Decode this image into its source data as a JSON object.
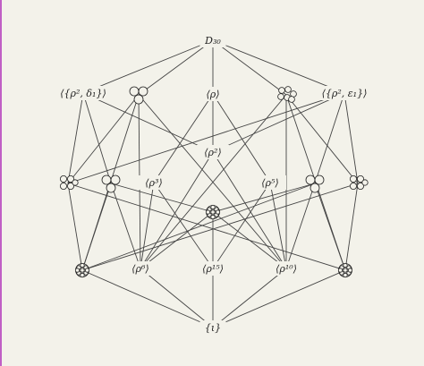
{
  "diagram": {
    "nodes": [
      {
        "id": "D30",
        "label": "D₃₀",
        "kind": "text"
      },
      {
        "id": "rho2d1",
        "label": "⟨{ρ², δ₁}⟩",
        "kind": "text"
      },
      {
        "id": "triA",
        "label": "",
        "kind": "icon-3"
      },
      {
        "id": "rho",
        "label": "⟨ρ⟩",
        "kind": "text"
      },
      {
        "id": "clust6",
        "label": "",
        "kind": "icon-6"
      },
      {
        "id": "rho2e1",
        "label": "⟨{ρ², ε₁}⟩",
        "kind": "text"
      },
      {
        "id": "rho2",
        "label": "⟨ρ²⟩",
        "kind": "text"
      },
      {
        "id": "fiveL",
        "label": "",
        "kind": "icon-5"
      },
      {
        "id": "triL",
        "label": "",
        "kind": "icon-3"
      },
      {
        "id": "rho3",
        "label": "⟨ρ³⟩",
        "kind": "text"
      },
      {
        "id": "rho5",
        "label": "⟨ρ⁵⟩",
        "kind": "text"
      },
      {
        "id": "triR",
        "label": "",
        "kind": "icon-3"
      },
      {
        "id": "fiveR",
        "label": "",
        "kind": "icon-5"
      },
      {
        "id": "clustC",
        "label": "",
        "kind": "icon-many"
      },
      {
        "id": "clustBL",
        "label": "",
        "kind": "icon-many"
      },
      {
        "id": "rho6",
        "label": "⟨ρ⁶⟩",
        "kind": "text"
      },
      {
        "id": "rho15",
        "label": "⟨ρ¹⁵⟩",
        "kind": "text"
      },
      {
        "id": "rho10",
        "label": "⟨ρ¹⁰⟩",
        "kind": "text"
      },
      {
        "id": "clustBR",
        "label": "",
        "kind": "icon-many"
      },
      {
        "id": "iota",
        "label": "{ι}",
        "kind": "text"
      }
    ],
    "edges": [
      [
        "D30",
        "rho2d1"
      ],
      [
        "D30",
        "triA"
      ],
      [
        "D30",
        "rho"
      ],
      [
        "D30",
        "clust6"
      ],
      [
        "D30",
        "rho2e1"
      ],
      [
        "rho2d1",
        "fiveL"
      ],
      [
        "rho2d1",
        "triL"
      ],
      [
        "rho2d1",
        "rho2"
      ],
      [
        "triA",
        "fiveL"
      ],
      [
        "triA",
        "rho6"
      ],
      [
        "triA",
        "clustBL"
      ],
      [
        "triA",
        "rho10"
      ],
      [
        "rho",
        "rho2"
      ],
      [
        "rho",
        "rho3"
      ],
      [
        "rho",
        "rho5"
      ],
      [
        "clust6",
        "fiveR"
      ],
      [
        "clust6",
        "rho10"
      ],
      [
        "clust6",
        "clustBR"
      ],
      [
        "clust6",
        "rho6"
      ],
      [
        "rho2e1",
        "triR"
      ],
      [
        "rho2e1",
        "fiveR"
      ],
      [
        "rho2e1",
        "rho2"
      ],
      [
        "rho2e1",
        "fiveL"
      ],
      [
        "rho2",
        "rho6"
      ],
      [
        "rho2",
        "rho10"
      ],
      [
        "fiveL",
        "clustBL"
      ],
      [
        "fiveL",
        "clustBR"
      ],
      [
        "triL",
        "clustBL"
      ],
      [
        "triL",
        "rho6"
      ],
      [
        "triL",
        "clustC"
      ],
      [
        "rho3",
        "rho6"
      ],
      [
        "rho3",
        "rho15"
      ],
      [
        "rho5",
        "rho10"
      ],
      [
        "rho5",
        "rho15"
      ],
      [
        "triR",
        "clustBR"
      ],
      [
        "triR",
        "rho10"
      ],
      [
        "triR",
        "clustC"
      ],
      [
        "triR",
        "clustBL"
      ],
      [
        "fiveR",
        "clustBR"
      ],
      [
        "fiveR",
        "clustBL"
      ],
      [
        "clustC",
        "rho15"
      ],
      [
        "clustC",
        "rho6"
      ],
      [
        "clustC",
        "rho10"
      ],
      [
        "clustBL",
        "iota"
      ],
      [
        "rho6",
        "iota"
      ],
      [
        "rho15",
        "iota"
      ],
      [
        "rho10",
        "iota"
      ],
      [
        "clustBR",
        "iota"
      ]
    ]
  }
}
